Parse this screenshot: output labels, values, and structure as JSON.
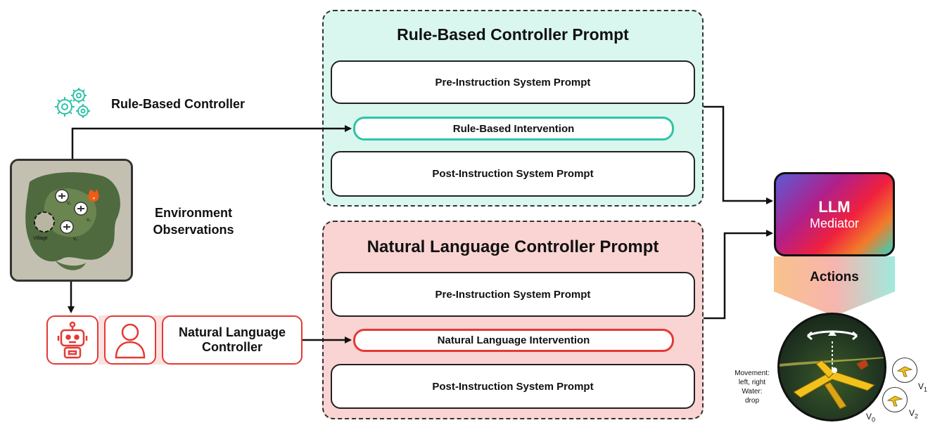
{
  "rule_panel": {
    "title": "Rule-Based Controller Prompt",
    "pre": "Pre-Instruction System Prompt",
    "intervention": "Rule-Based Intervention",
    "post": "Post-Instruction System Prompt"
  },
  "nl_panel": {
    "title": "Natural Language Controller Prompt",
    "pre": "Pre-Instruction System Prompt",
    "intervention": "Natural Language Intervention",
    "post": "Post-Instruction System Prompt"
  },
  "left": {
    "rule_controller": "Rule-Based Controller",
    "env_line1": "Environment",
    "env_line2": "Observations",
    "nl_line1": "Natural Language",
    "nl_line2": "Controller",
    "map_labels": {
      "village": "Village",
      "v0": "V₀",
      "v1": "V₁",
      "v2": "V₂"
    }
  },
  "mediator": {
    "line1": "LLM",
    "line2": "Mediator"
  },
  "actions": {
    "title": "Actions",
    "movement1": "Movement:",
    "movement2": "left, right",
    "water1": "Water:",
    "water2": "drop",
    "v0": "V",
    "v0_sub": "0",
    "v1": "V",
    "v1_sub": "1",
    "v2": "V",
    "v2_sub": "2"
  },
  "colors": {
    "teal": "#2ec4a8",
    "teal_bg": "#d9f7ee",
    "red": "#e53935",
    "red_bg": "#fad4d2"
  }
}
